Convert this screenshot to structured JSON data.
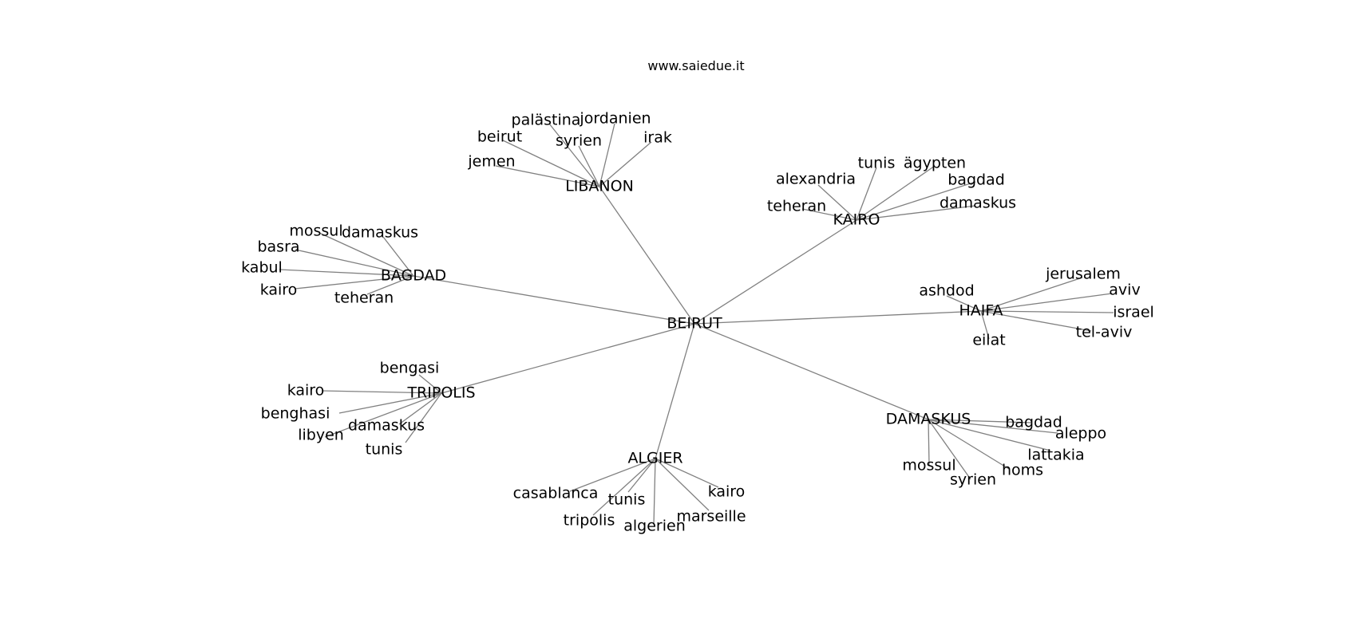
{
  "site_label": "www.saiedue.it",
  "center": "BEIRUT",
  "edge_color": "#808080",
  "hubs": [
    {
      "id": "LIBANON",
      "label": "LIBANON",
      "leaves": [
        "jemen",
        "beirut",
        "palästina",
        "syrien",
        "jordanien",
        "irak"
      ]
    },
    {
      "id": "KAIRO",
      "label": "KAIRO",
      "leaves": [
        "teheran",
        "alexandria",
        "tunis",
        "ägypten",
        "bagdad",
        "damaskus"
      ]
    },
    {
      "id": "BAGDAD",
      "label": "BAGDAD",
      "leaves": [
        "mossul",
        "damaskus",
        "basra",
        "kabul",
        "kairo",
        "teheran"
      ]
    },
    {
      "id": "HAIFA",
      "label": "HAIFA",
      "leaves": [
        "ashdod",
        "jerusalem",
        "aviv",
        "israel",
        "tel-aviv",
        "eilat"
      ]
    },
    {
      "id": "TRIPOLIS",
      "label": "TRIPOLIS",
      "leaves": [
        "bengasi",
        "kairo",
        "benghasi",
        "libyen",
        "damaskus",
        "tunis"
      ]
    },
    {
      "id": "DAMASKUS",
      "label": "DAMASKUS",
      "leaves": [
        "bagdad",
        "aleppo",
        "lattakia",
        "homs",
        "syrien",
        "mossul"
      ]
    },
    {
      "id": "ALGIER",
      "label": "ALGIER",
      "leaves": [
        "casablanca",
        "tunis",
        "tripolis",
        "algerien",
        "marseille",
        "kairo"
      ]
    }
  ]
}
